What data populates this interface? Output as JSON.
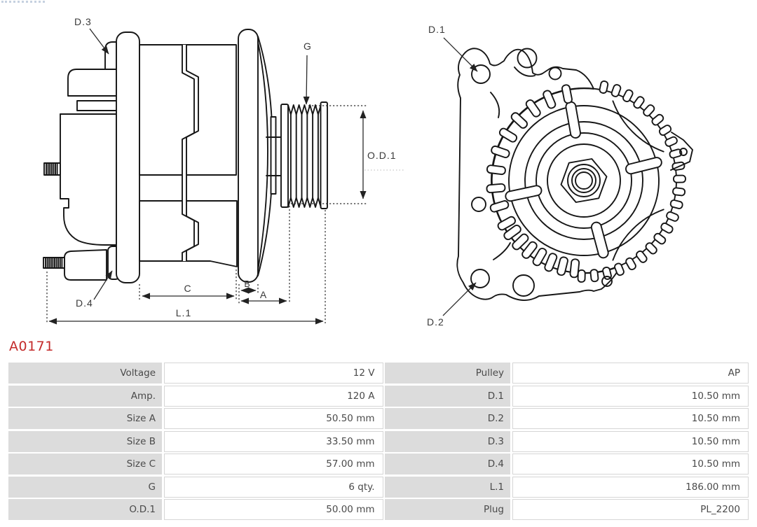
{
  "part_number": "A0171",
  "diagram": {
    "labels": {
      "d1": "D.1",
      "d2": "D.2",
      "d3": "D.3",
      "d4": "D.4",
      "g": "G",
      "od1": "O.D.1",
      "a": "A",
      "b": "B",
      "c": "C",
      "l1": "L.1"
    }
  },
  "table": {
    "rows": [
      {
        "l1": "Voltage",
        "v1": "12 V",
        "l2": "Pulley",
        "v2": "AP"
      },
      {
        "l1": "Amp.",
        "v1": "120 A",
        "l2": "D.1",
        "v2": "10.50 mm"
      },
      {
        "l1": "Size A",
        "v1": "50.50 mm",
        "l2": "D.2",
        "v2": "10.50 mm"
      },
      {
        "l1": "Size B",
        "v1": "33.50 mm",
        "l2": "D.3",
        "v2": "10.50 mm"
      },
      {
        "l1": "Size C",
        "v1": "57.00 mm",
        "l2": "D.4",
        "v2": "10.50 mm"
      },
      {
        "l1": "G",
        "v1": "6 qty.",
        "l2": "L.1",
        "v2": "186.00 mm"
      },
      {
        "l1": "O.D.1",
        "v1": "50.00 mm",
        "l2": "Plug",
        "v2": "PL_2200"
      }
    ]
  }
}
